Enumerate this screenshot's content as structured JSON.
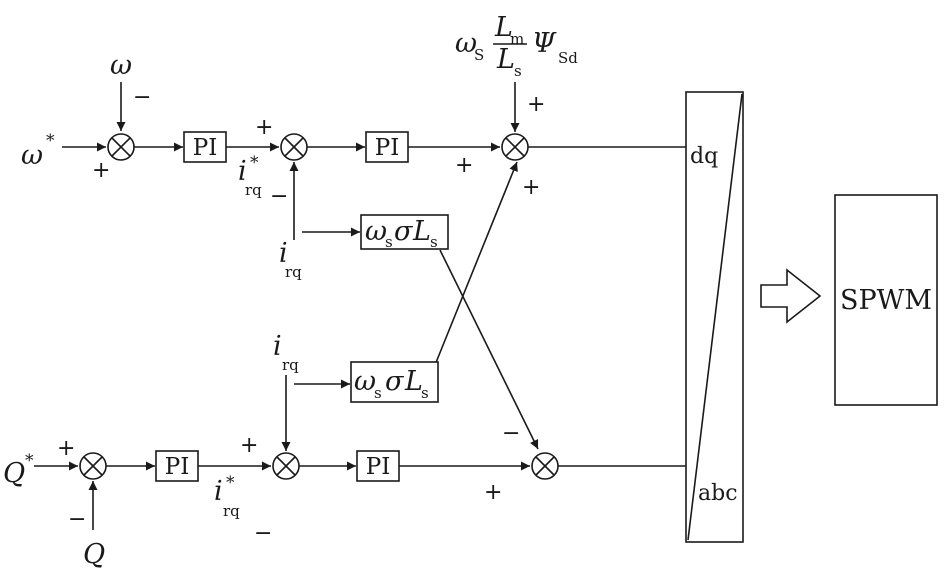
{
  "labels": {
    "omega": "ω",
    "star": "*",
    "Q": "Q",
    "i": "i",
    "rq": "rq",
    "ws_prefix": "ω",
    "ws_sub": "s",
    "ws_sigma": "σ",
    "L": "L",
    "s": "s",
    "S": "S",
    "m": "m",
    "psi": "Ψ",
    "Sd": "Sd"
  },
  "blocks": {
    "pi": "PI",
    "dq": "dq",
    "abc": "abc",
    "spwm": "SPWM"
  },
  "signs": {
    "plus": "+",
    "minus": "−"
  }
}
